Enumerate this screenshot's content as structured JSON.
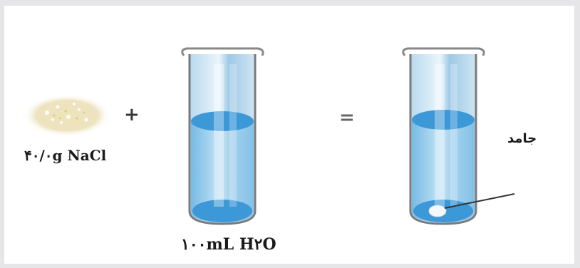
{
  "labels": {
    "salt": "۴۰/۰g NaCl",
    "water": "۱۰۰mL H۲O",
    "solid": "جامد"
  },
  "operators": {
    "plus": "+",
    "equals": "="
  },
  "colors": {
    "liquid": "#4aa0dc",
    "glass": "#cfe6f3",
    "salt": "#e4d6a8"
  }
}
